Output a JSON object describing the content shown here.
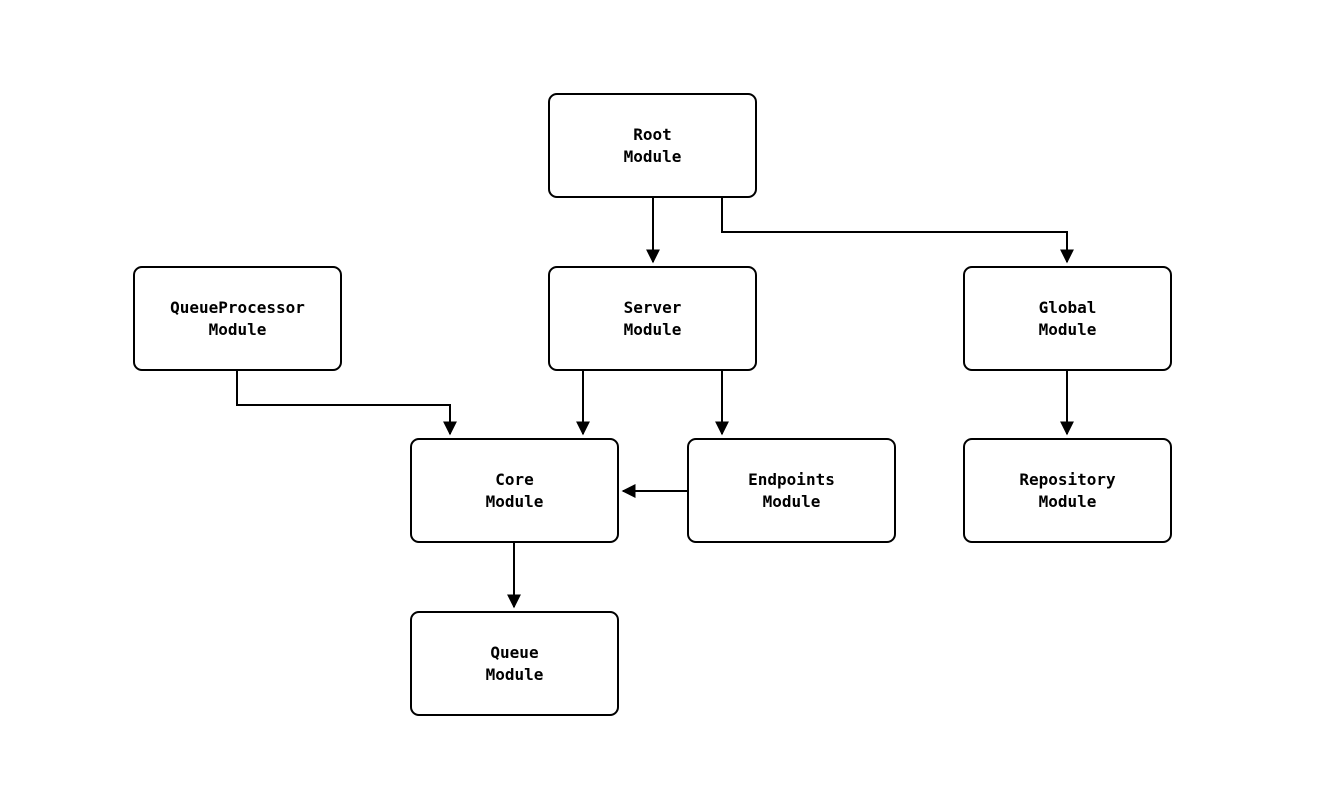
{
  "diagram": {
    "type": "module-dependency-graph",
    "background": "#ffffff",
    "node_border_color": "#000000",
    "node_fill_color": "#ffffff",
    "edge_color": "#000000",
    "nodes": [
      {
        "id": "root",
        "line1": "Root",
        "line2": "Module"
      },
      {
        "id": "queueprocessor",
        "line1": "QueueProcessor",
        "line2": "Module"
      },
      {
        "id": "server",
        "line1": "Server",
        "line2": "Module"
      },
      {
        "id": "global",
        "line1": "Global",
        "line2": "Module"
      },
      {
        "id": "core",
        "line1": "Core",
        "line2": "Module"
      },
      {
        "id": "endpoints",
        "line1": "Endpoints",
        "line2": "Module"
      },
      {
        "id": "repository",
        "line1": "Repository",
        "line2": "Module"
      },
      {
        "id": "queue",
        "line1": "Queue",
        "line2": "Module"
      }
    ],
    "edges": [
      {
        "from": "root",
        "to": "server"
      },
      {
        "from": "root",
        "to": "global"
      },
      {
        "from": "queueprocessor",
        "to": "core"
      },
      {
        "from": "server",
        "to": "core"
      },
      {
        "from": "server",
        "to": "endpoints"
      },
      {
        "from": "endpoints",
        "to": "core"
      },
      {
        "from": "global",
        "to": "repository"
      },
      {
        "from": "core",
        "to": "queue"
      }
    ]
  }
}
